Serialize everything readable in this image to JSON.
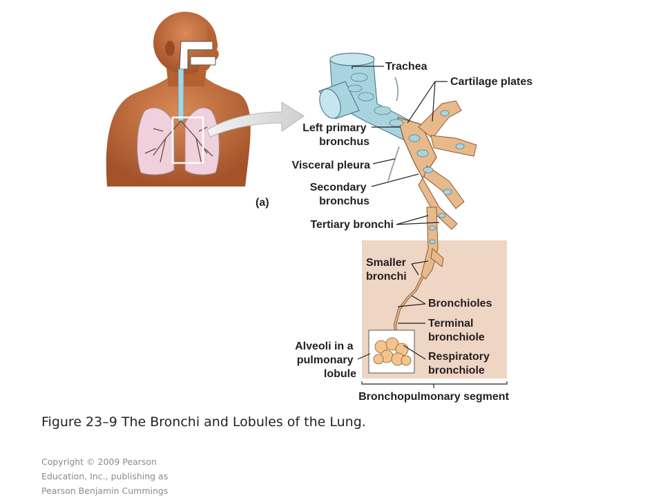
{
  "figure": {
    "labels": {
      "trachea": "Trachea",
      "cartilage_plates": "Cartilage plates",
      "left_primary_bronchus": [
        "Left primary",
        "bronchus"
      ],
      "visceral_pleura": "Visceral pleura",
      "secondary_bronchus": [
        "Secondary",
        "bronchus"
      ],
      "tertiary_bronchi": "Tertiary bronchi",
      "panel_a": "(a)",
      "smaller_bronchi": [
        "Smaller",
        "bronchi"
      ],
      "bronchioles": "Bronchioles",
      "terminal_bronchiole": [
        "Terminal",
        "bronchiole"
      ],
      "respiratory_bronchiole": [
        "Respiratory",
        "bronchiole"
      ],
      "alveoli_lobule": [
        "Alveoli in a",
        "pulmonary",
        "lobule"
      ],
      "bronchopulmonary_segment": "Bronchopulmonary segment"
    },
    "colors": {
      "skin": "#c06a3c",
      "cartilage": "#a8d4e0",
      "bronchus_tissue": "#e8b98a",
      "lung": "#f0d0dc",
      "segment_panel": "#efd5c4",
      "arrow": "#d9d9d9"
    }
  },
  "caption": "Figure 23–9 The Bronchi and Lobules of the Lung.",
  "copyright": [
    "Copyright © 2009 Pearson",
    "Education, Inc., publishing as",
    "Pearson Benjamin Cummings"
  ]
}
